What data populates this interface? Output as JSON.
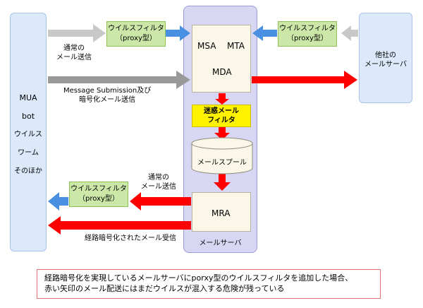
{
  "left_client": {
    "lines": [
      "MUA",
      "bot",
      "ウイルス",
      "ワーム",
      "そのほか"
    ]
  },
  "other_server": {
    "line1": "他社の",
    "line2": "メールサーバ"
  },
  "mail_server": {
    "label": "メールサーバ",
    "msa": "MSA",
    "mta": "MTA",
    "mda": "MDA",
    "mra": "MRA",
    "spool": "メールスプール"
  },
  "filters": {
    "top_left": {
      "line1": "ウイルスフィルタ",
      "line2": "（proxy型）"
    },
    "top_right": {
      "line1": "ウイルスフィルタ",
      "line2": "（proxy型）"
    },
    "bottom": {
      "line1": "ウイルスフィルタ",
      "line2": "（proxy型）"
    }
  },
  "spam_filter": {
    "line1": "迷惑メール",
    "line2": "フィルタ"
  },
  "labels": {
    "normal_send_top": {
      "line1": "通常の",
      "line2": "メール送信"
    },
    "submission": {
      "line1": "Message Submission及び",
      "line2": "暗号化メール送信"
    },
    "normal_send_bottom": {
      "line1": "通常の",
      "line2": "メール送信"
    },
    "encrypted_receive": "経路暗号化されたメール受信"
  },
  "note": {
    "line1": "経路暗号化を実現しているメールサーバにporxy型のウイルスフィルタを追加した場合、",
    "line2": "赤い矢印のメール配送にはまだウイルスが混入する危険が残っている"
  },
  "colors": {
    "red_arrow": "#ff0000",
    "gray_arrow": "#999999",
    "light_gray_arrow": "#c8c8c8",
    "blue_arrow": "#4a90e2",
    "filter_green": "#cce8a8",
    "spam_yellow": "#fff200",
    "server_purple": "#d7d7f3",
    "client_blue": "#dbe9fb"
  }
}
